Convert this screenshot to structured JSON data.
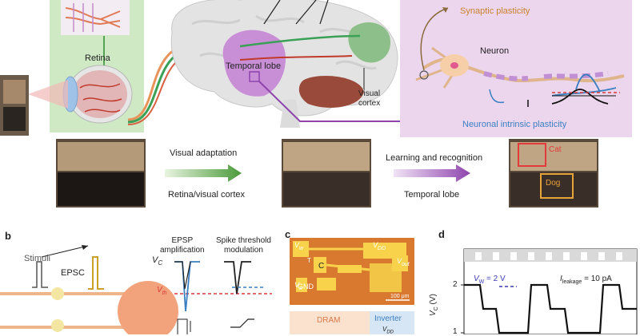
{
  "panel_a": {
    "retina": "Retina",
    "temporal_lobe": "Temporal lobe",
    "visual_cortex": "Visual\ncortex",
    "synaptic_plasticity": "Synaptic plasticity",
    "neuron": "Neuron",
    "neuronal_intrinsic_plasticity": "Neuronal intrinsic plasticity",
    "visual_adaptation": "Visual adaptation",
    "retina_visual_cortex": "Retina/visual cortex",
    "learning_and_recognition": "Learning and recognition",
    "temporal_lobe_arrow": "Temporal lobe",
    "cat_label": "Cat",
    "dog_label": "Dog"
  },
  "panel_b": {
    "letter": "b",
    "stimuli": "Stimuli",
    "epsc": "EPSC",
    "epsp_amplification": "EPSP\namplification",
    "spike_threshold_modulation": "Spike threshold\nmodulation",
    "vc": "V",
    "vc_sub": "C",
    "vth": "V",
    "vth_sub": "th"
  },
  "panel_c": {
    "letter": "c",
    "vw": "V",
    "vw_sub": "w",
    "vdd": "V",
    "vdd_sub": "DD",
    "vout": "V",
    "vout_sub": "out",
    "vs": "V",
    "vs_sub": "s",
    "c": "C",
    "gnd": "GND",
    "t": "T",
    "scale": "100 μm",
    "dram": "DRAM",
    "inverter": "Inverter",
    "vdd2": "V",
    "vdd2_sub": "DD"
  },
  "panel_d": {
    "letter": "d",
    "vw_label": "V",
    "vw_sub": "W",
    "vw_value": " = 2 V",
    "ileak": "I",
    "ileak_sub": "leakage",
    "ileak_value": " = 10 pA",
    "ylabel": "V",
    "ylabel_sub": "C",
    "ylabel_unit": " (V)",
    "tick_2": "2",
    "tick_1": "1"
  },
  "colors": {
    "green_panel": "#cfe9c4",
    "purple_panel": "#ecd6ee",
    "dram_bg": "#fbe2cf",
    "inverter_bg": "#d7e6f4",
    "neuron_fill": "#f3a37b",
    "purple": "#8e44ad",
    "green": "#5aa83a"
  }
}
